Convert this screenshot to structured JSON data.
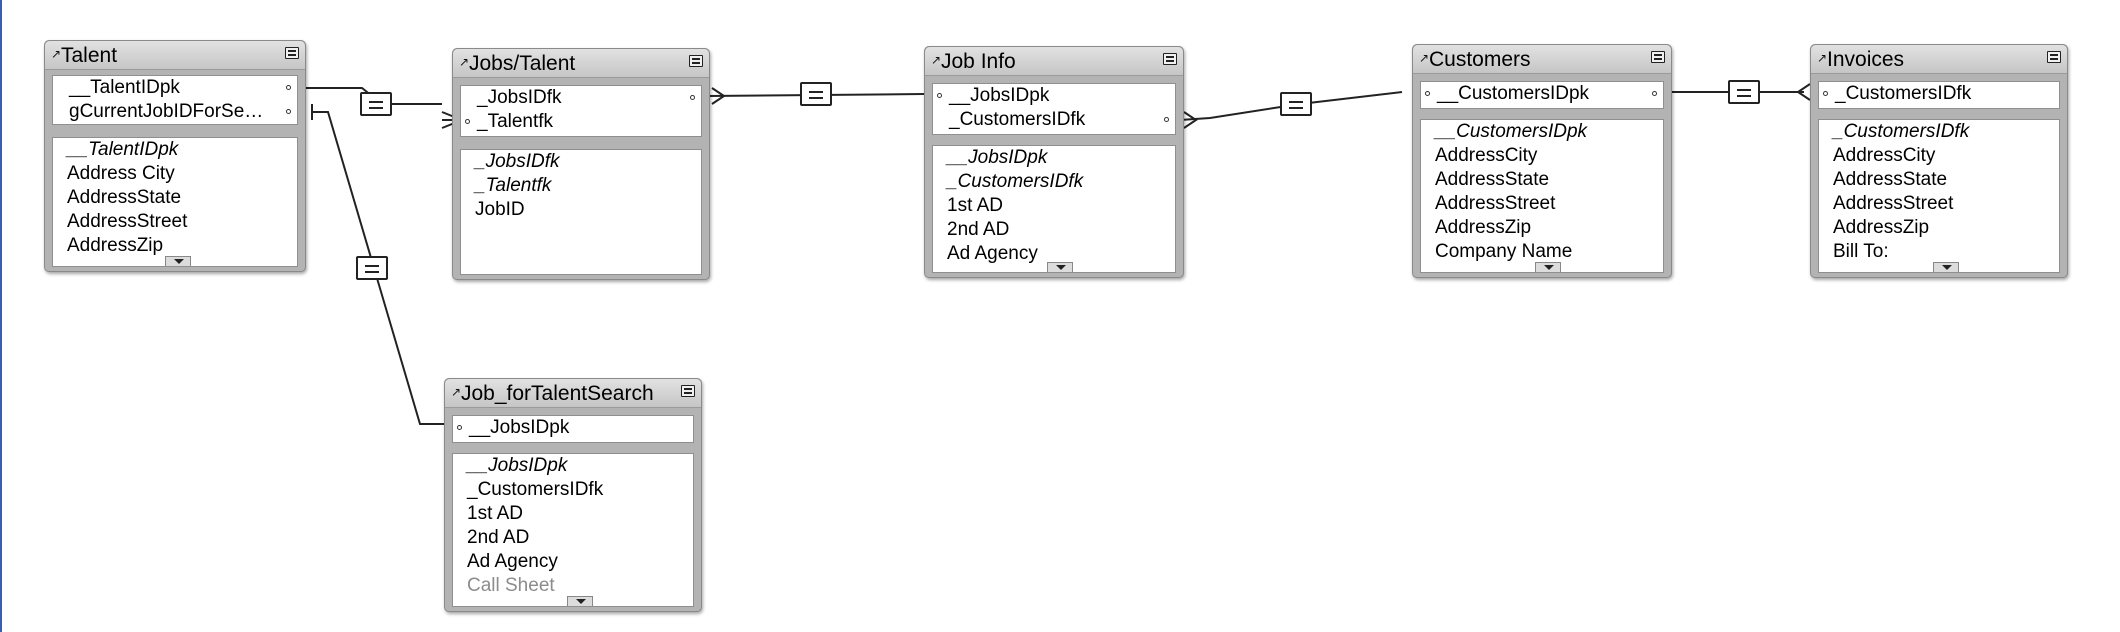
{
  "tables": [
    {
      "name": "Talent",
      "keys": [
        {
          "label": "__TalentIDpk",
          "left_dot": false,
          "right_dot": true
        },
        {
          "label": "gCurrentJobIDForSe…",
          "left_dot": false,
          "right_dot": true
        }
      ],
      "fields": [
        {
          "label": "__TalentIDpk",
          "style": "italic"
        },
        {
          "label": "Address City",
          "style": "normal"
        },
        {
          "label": "AddressState",
          "style": "normal"
        },
        {
          "label": "AddressStreet",
          "style": "normal"
        },
        {
          "label": "AddressZip",
          "style": "normal"
        }
      ]
    },
    {
      "name": "Jobs/Talent",
      "keys": [
        {
          "label": "_JobsIDfk",
          "left_dot": false,
          "right_dot": true
        },
        {
          "label": "_Talentfk",
          "left_dot": true,
          "right_dot": false
        }
      ],
      "fields": [
        {
          "label": "_JobsIDfk",
          "style": "italic"
        },
        {
          "label": "_Talentfk",
          "style": "italic"
        },
        {
          "label": "JobID",
          "style": "normal"
        }
      ]
    },
    {
      "name": "Job Info",
      "keys": [
        {
          "label": "__JobsIDpk",
          "left_dot": true,
          "right_dot": false
        },
        {
          "label": "_CustomersIDfk",
          "left_dot": false,
          "right_dot": true
        }
      ],
      "fields": [
        {
          "label": "__JobsIDpk",
          "style": "italic"
        },
        {
          "label": "_CustomersIDfk",
          "style": "italic"
        },
        {
          "label": "1st AD",
          "style": "normal"
        },
        {
          "label": "2nd AD",
          "style": "normal"
        },
        {
          "label": "Ad Agency",
          "style": "normal"
        }
      ]
    },
    {
      "name": "Customers",
      "keys": [
        {
          "label": "__CustomersIDpk",
          "left_dot": true,
          "right_dot": true
        }
      ],
      "fields": [
        {
          "label": "__CustomersIDpk",
          "style": "italic"
        },
        {
          "label": "AddressCity",
          "style": "normal"
        },
        {
          "label": "AddressState",
          "style": "normal"
        },
        {
          "label": "AddressStreet",
          "style": "normal"
        },
        {
          "label": "AddressZip",
          "style": "normal"
        },
        {
          "label": "Company Name",
          "style": "normal"
        }
      ]
    },
    {
      "name": "Invoices",
      "keys": [
        {
          "label": "_CustomersIDfk",
          "left_dot": true,
          "right_dot": false
        }
      ],
      "fields": [
        {
          "label": "_CustomersIDfk",
          "style": "italic"
        },
        {
          "label": "AddressCity",
          "style": "normal"
        },
        {
          "label": "AddressState",
          "style": "normal"
        },
        {
          "label": "AddressStreet",
          "style": "normal"
        },
        {
          "label": "AddressZip",
          "style": "normal"
        },
        {
          "label": "Bill To:",
          "style": "normal"
        }
      ]
    },
    {
      "name": "Job_forTalentSearch",
      "keys": [
        {
          "label": "__JobsIDpk",
          "left_dot": true,
          "right_dot": false
        }
      ],
      "fields": [
        {
          "label": "__JobsIDpk",
          "style": "italic"
        },
        {
          "label": "_CustomersIDfk",
          "style": "normal"
        },
        {
          "label": "1st AD",
          "style": "normal"
        },
        {
          "label": "2nd AD",
          "style": "normal"
        },
        {
          "label": "Ad Agency",
          "style": "normal"
        },
        {
          "label": "Call Sheet",
          "style": "dim"
        }
      ]
    }
  ],
  "relationships": [
    {
      "from": "Talent",
      "to": "Jobs/Talent",
      "operator": "="
    },
    {
      "from": "Jobs/Talent",
      "to": "Job Info",
      "operator": "="
    },
    {
      "from": "Job Info",
      "to": "Customers",
      "operator": "="
    },
    {
      "from": "Customers",
      "to": "Invoices",
      "operator": "="
    },
    {
      "from": "Talent",
      "to": "Job_forTalentSearch",
      "operator": "="
    }
  ],
  "colors": {
    "canvas": "#ffffff",
    "table_frame": "#b3b3b3",
    "left_edge": "#3a5fb0",
    "wire": "#222222",
    "dim_field_text": "#8c8c8c"
  }
}
